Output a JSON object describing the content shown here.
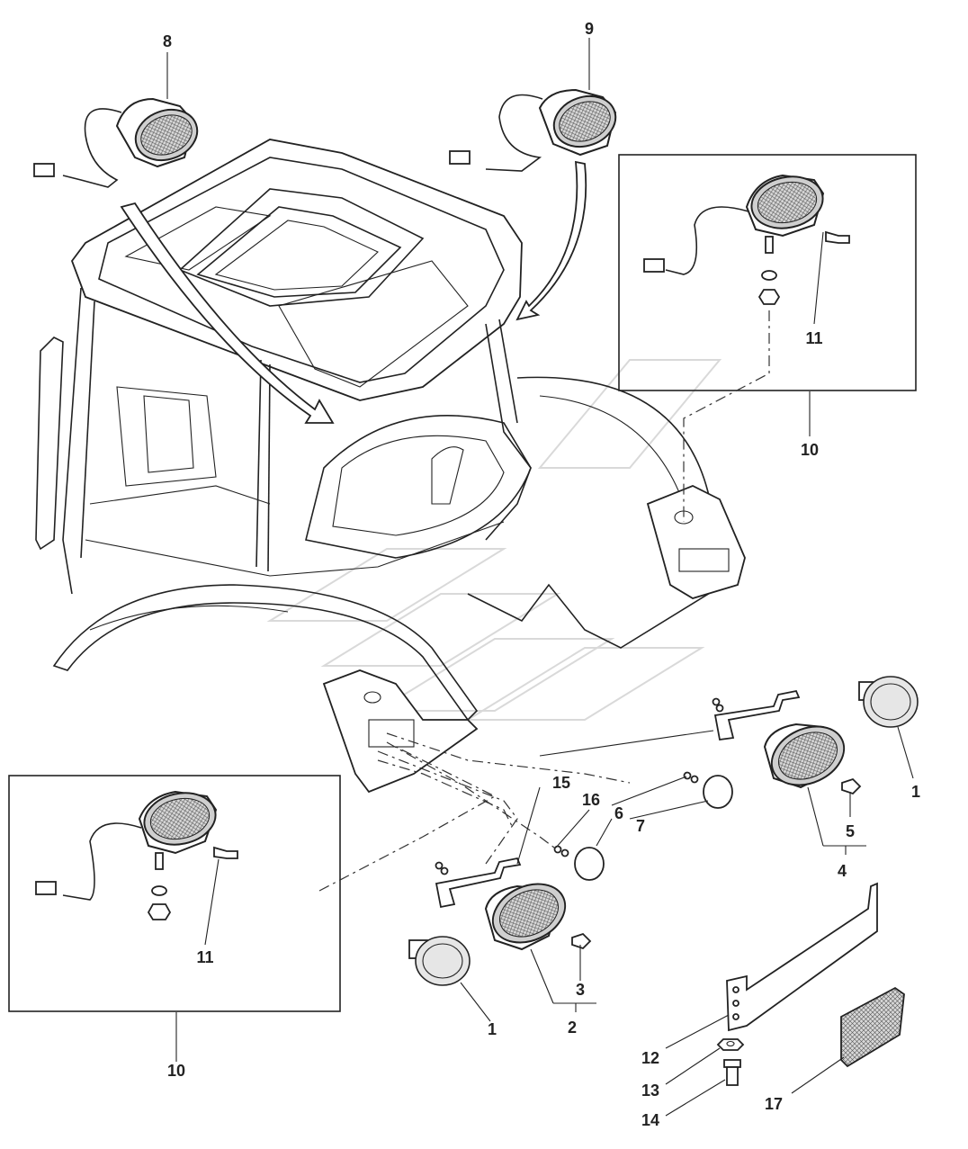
{
  "diagram": {
    "callouts": [
      {
        "id": "c8",
        "text": "8"
      },
      {
        "id": "c9",
        "text": "9"
      },
      {
        "id": "c11a",
        "text": "11"
      },
      {
        "id": "c10a",
        "text": "10"
      },
      {
        "id": "c1a",
        "text": "1"
      },
      {
        "id": "c5",
        "text": "5"
      },
      {
        "id": "c4",
        "text": "4"
      },
      {
        "id": "c15",
        "text": "15"
      },
      {
        "id": "c16",
        "text": "16"
      },
      {
        "id": "c6",
        "text": "6"
      },
      {
        "id": "c7",
        "text": "7"
      },
      {
        "id": "c11b",
        "text": "11"
      },
      {
        "id": "c10b",
        "text": "10"
      },
      {
        "id": "c3",
        "text": "3"
      },
      {
        "id": "c2",
        "text": "2"
      },
      {
        "id": "c1b",
        "text": "1"
      },
      {
        "id": "c12",
        "text": "12"
      },
      {
        "id": "c13",
        "text": "13"
      },
      {
        "id": "c14",
        "text": "14"
      },
      {
        "id": "c17",
        "text": "17"
      }
    ],
    "colors": {
      "line": "#222222",
      "lens": "#cfcfcf",
      "background": "#ffffff"
    }
  }
}
